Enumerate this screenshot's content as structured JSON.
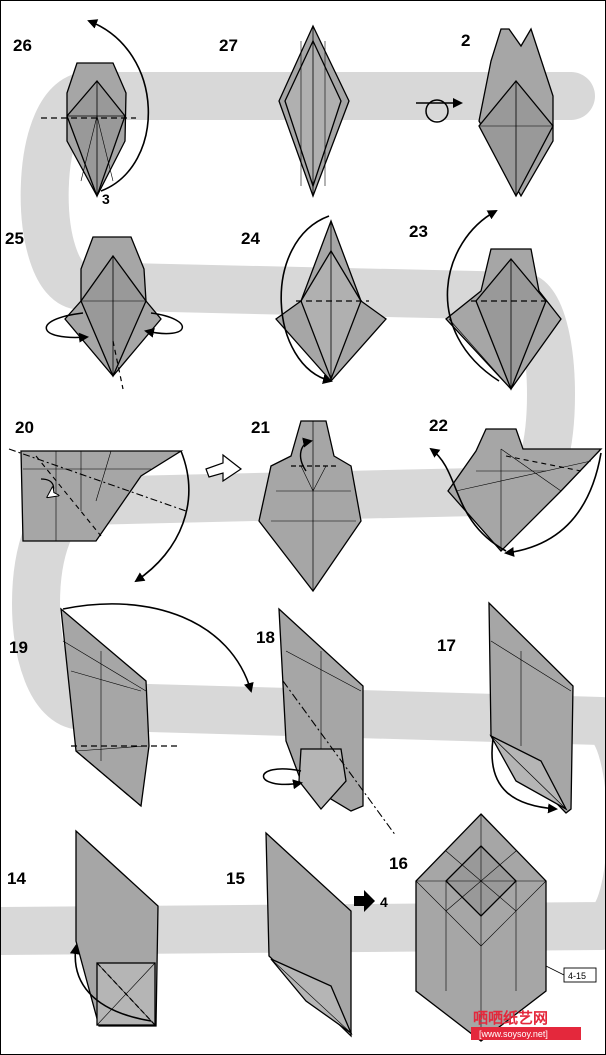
{
  "steps": {
    "s14": "14",
    "s15": "15",
    "s16": "16",
    "s17": "17",
    "s18": "18",
    "s19": "19",
    "s20": "20",
    "s21": "21",
    "s22": "22",
    "s23": "23",
    "s24": "24",
    "s25": "25",
    "s26": "26",
    "s27": "27",
    "s28": "2"
  },
  "labels": {
    "ref_3": "3",
    "ref_4": "4",
    "page_ref": "4-15"
  },
  "watermark": {
    "site": "哂哂纸艺网",
    "url": "[www.soysoy.net]"
  },
  "colors": {
    "paper_fill": "#a6a6a6",
    "path_band": "#d8d8d8",
    "line": "#000000",
    "logo_red": "#e4283c"
  }
}
